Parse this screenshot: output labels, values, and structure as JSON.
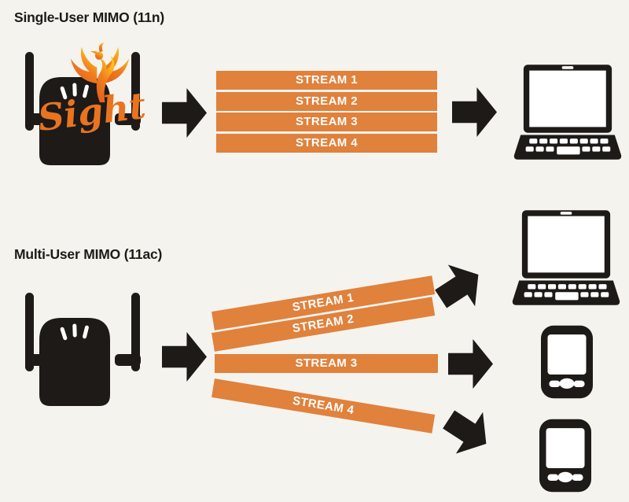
{
  "diagram": {
    "background_color": "#F5F3EE",
    "stream_color": "#E0813C",
    "device_color": "#1D1A18",
    "stream_text_color": "#FFFFFF",
    "logo": {
      "text": "Sight",
      "icon": "phoenix-icon",
      "color": "#E87420"
    },
    "sections": {
      "single_user": {
        "title": "Single-User MIMO (11n)",
        "source": "router",
        "streams": [
          "STREAM 1",
          "STREAM 2",
          "STREAM 3",
          "STREAM 4"
        ],
        "targets": [
          "laptop"
        ]
      },
      "multi_user": {
        "title": "Multi-User MIMO (11ac)",
        "source": "router",
        "streams": [
          "STREAM 1",
          "STREAM 2",
          "STREAM 3",
          "STREAM 4"
        ],
        "targets": [
          "laptop",
          "smartphone",
          "smartphone"
        ]
      }
    }
  }
}
